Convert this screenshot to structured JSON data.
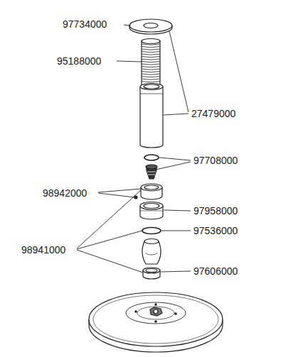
{
  "diagram": {
    "labels": [
      "97734000",
      "95188000",
      "27479000",
      "97708000",
      "98942000",
      "97958000",
      "98941000",
      "97536000",
      "97606000"
    ]
  }
}
